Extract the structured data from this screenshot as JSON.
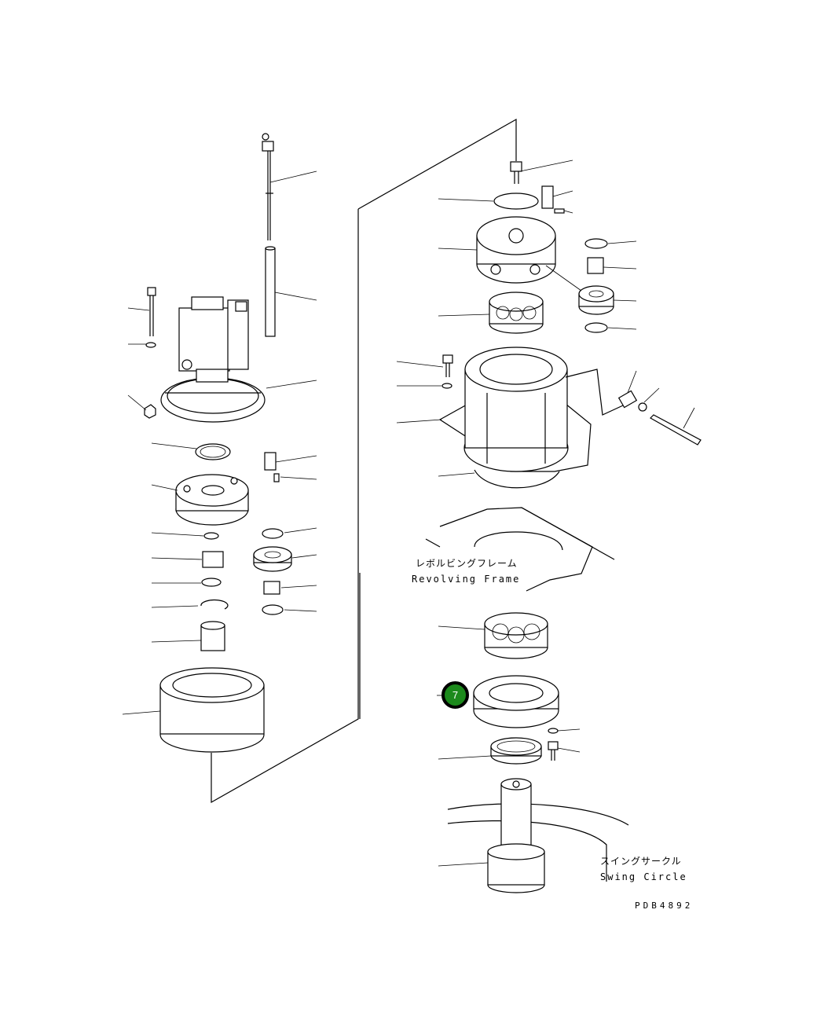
{
  "frame_label": {
    "jp": "レボルビングフレーム",
    "en": "Revolving Frame"
  },
  "circle_label": {
    "jp": "スイングサークル",
    "en": "Swing Circle"
  },
  "drawing_code": "PDB4892",
  "callout": {
    "number": "7",
    "color": "#1c8a1c"
  }
}
